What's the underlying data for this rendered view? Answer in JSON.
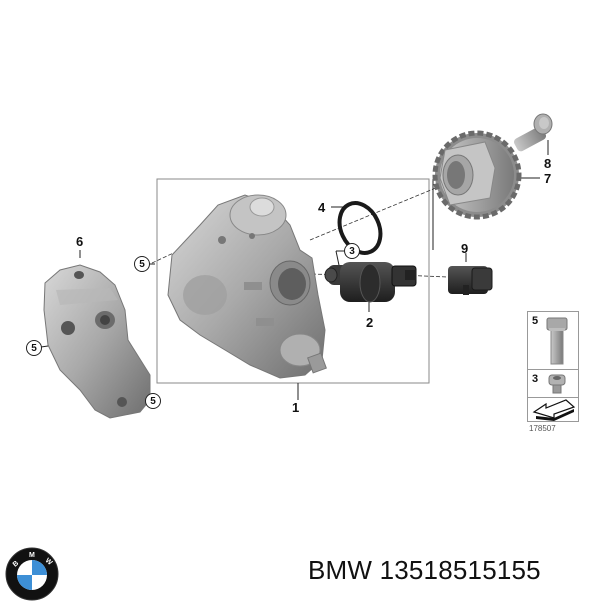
{
  "footer": {
    "brand": "BMW",
    "part_number": "13518515155",
    "title": "BMW 13518515155"
  },
  "logo": {
    "name": "bmw-roundel",
    "letters": [
      "B",
      "M",
      "W"
    ],
    "colors": {
      "ring": "#111111",
      "blue": "#3d8fd6",
      "white": "#ffffff"
    }
  },
  "diagram": {
    "id": "178507",
    "callouts": [
      {
        "label": "1",
        "part": "high-pressure-fuel-pump"
      },
      {
        "label": "2",
        "part": "fuel-metering-valve"
      },
      {
        "label": "3",
        "part": "screw",
        "circled": true
      },
      {
        "label": "4",
        "part": "o-ring"
      },
      {
        "label": "5",
        "part": "bolt",
        "circled": true
      },
      {
        "label": "6",
        "part": "pump-bracket"
      },
      {
        "label": "7",
        "part": "drive-sprocket"
      },
      {
        "label": "8",
        "part": "sprocket-bolt"
      },
      {
        "label": "9",
        "part": "plug-connector"
      }
    ],
    "legend": [
      {
        "label": "5",
        "icon": "hex-bolt"
      },
      {
        "label": "3",
        "icon": "socket-screw"
      },
      {
        "label": "",
        "icon": "direction-arrow"
      }
    ]
  }
}
